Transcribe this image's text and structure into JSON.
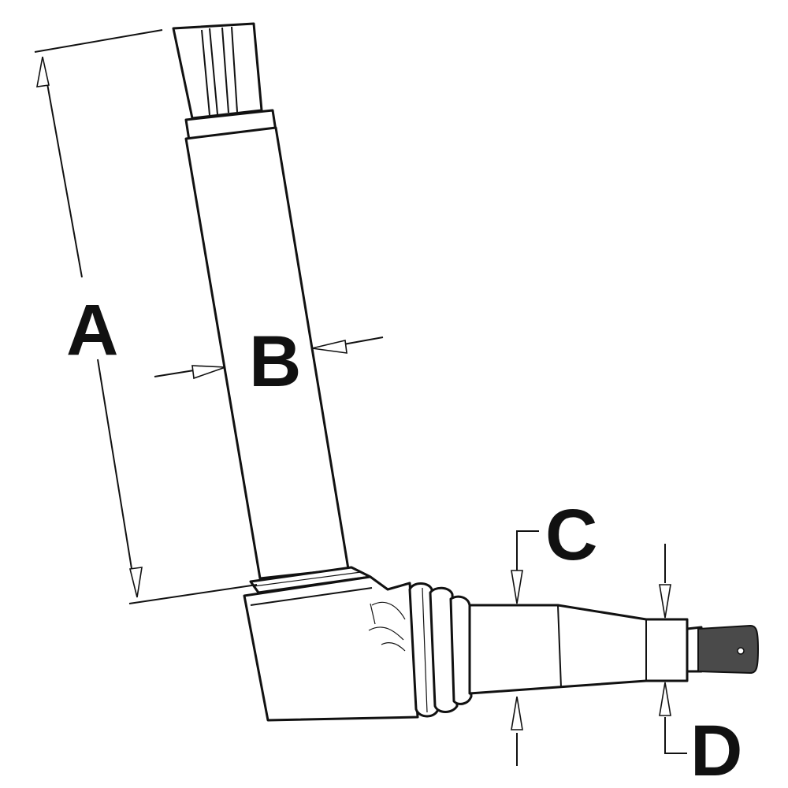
{
  "diagram": {
    "labels": {
      "a": "A",
      "b": "B",
      "c": "C",
      "d": "D"
    },
    "colors": {
      "line": "#111111",
      "background": "#ffffff",
      "knurl": "#4a4a4a"
    }
  }
}
